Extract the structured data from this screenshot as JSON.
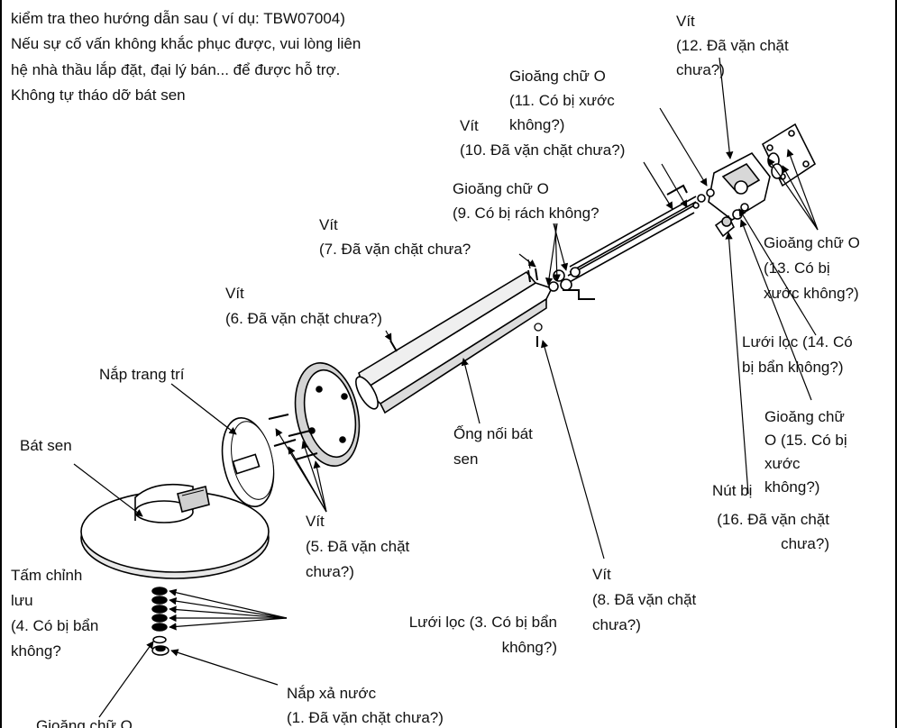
{
  "intro": {
    "line1": "kiểm tra theo hướng dẫn sau ( ví dụ: TBW07004)",
    "line2": "Nếu sự cố vấn không khắc phục được, vui lòng liên",
    "line3": "hệ nhà thầu lắp đặt, đại lý bán... để được hỗ trợ.",
    "line4": "Không tự tháo dỡ bát sen"
  },
  "labels": {
    "l12": "Vít\n(12. Đã vặn chặt\nchưa?)",
    "l11": "Gioăng chữ O\n(11. Có bị xước\nkhông?)",
    "l10": "Vít\n(10. Đã vặn chặt chưa?)",
    "l9": "Gioăng chữ O\n(9. Có bị rách không?",
    "l7": "Vít\n(7. Đã vặn chặt chưa?",
    "l6": "Vít\n(6. Đã vặn chặt chưa?)",
    "l13": "Gioăng chữ O\n(13. Có bị\nxước không?)",
    "l14": "Lưới lọc (14. Có\nbị bẩn không?)",
    "l15": "Gioăng chữ\nO (15. Có bị\nxước\nkhông?)",
    "l16a": "Nút bị",
    "l16b": "(16. Đã vặn chặt\nchưa?)",
    "cover": "Nắp trang trí",
    "bowl": "Bát sen",
    "pipe": "Ống nối bát\nsen",
    "l5": "Vít\n(5. Đã vặn chặt\nchưa?)",
    "l8": "Vít\n(8. Đã vặn chặt\nchưa?)",
    "l4": "Tấm chỉnh\nlưu\n(4. Có bị bẩn\nkhông?",
    "l3": "Lưới lọc (3. Có bị bẩn\nkhông?)",
    "l1": "Nắp xả nước\n(1. Đã vặn chặt chưa?)",
    "l2": "Gioăng chữ O"
  }
}
